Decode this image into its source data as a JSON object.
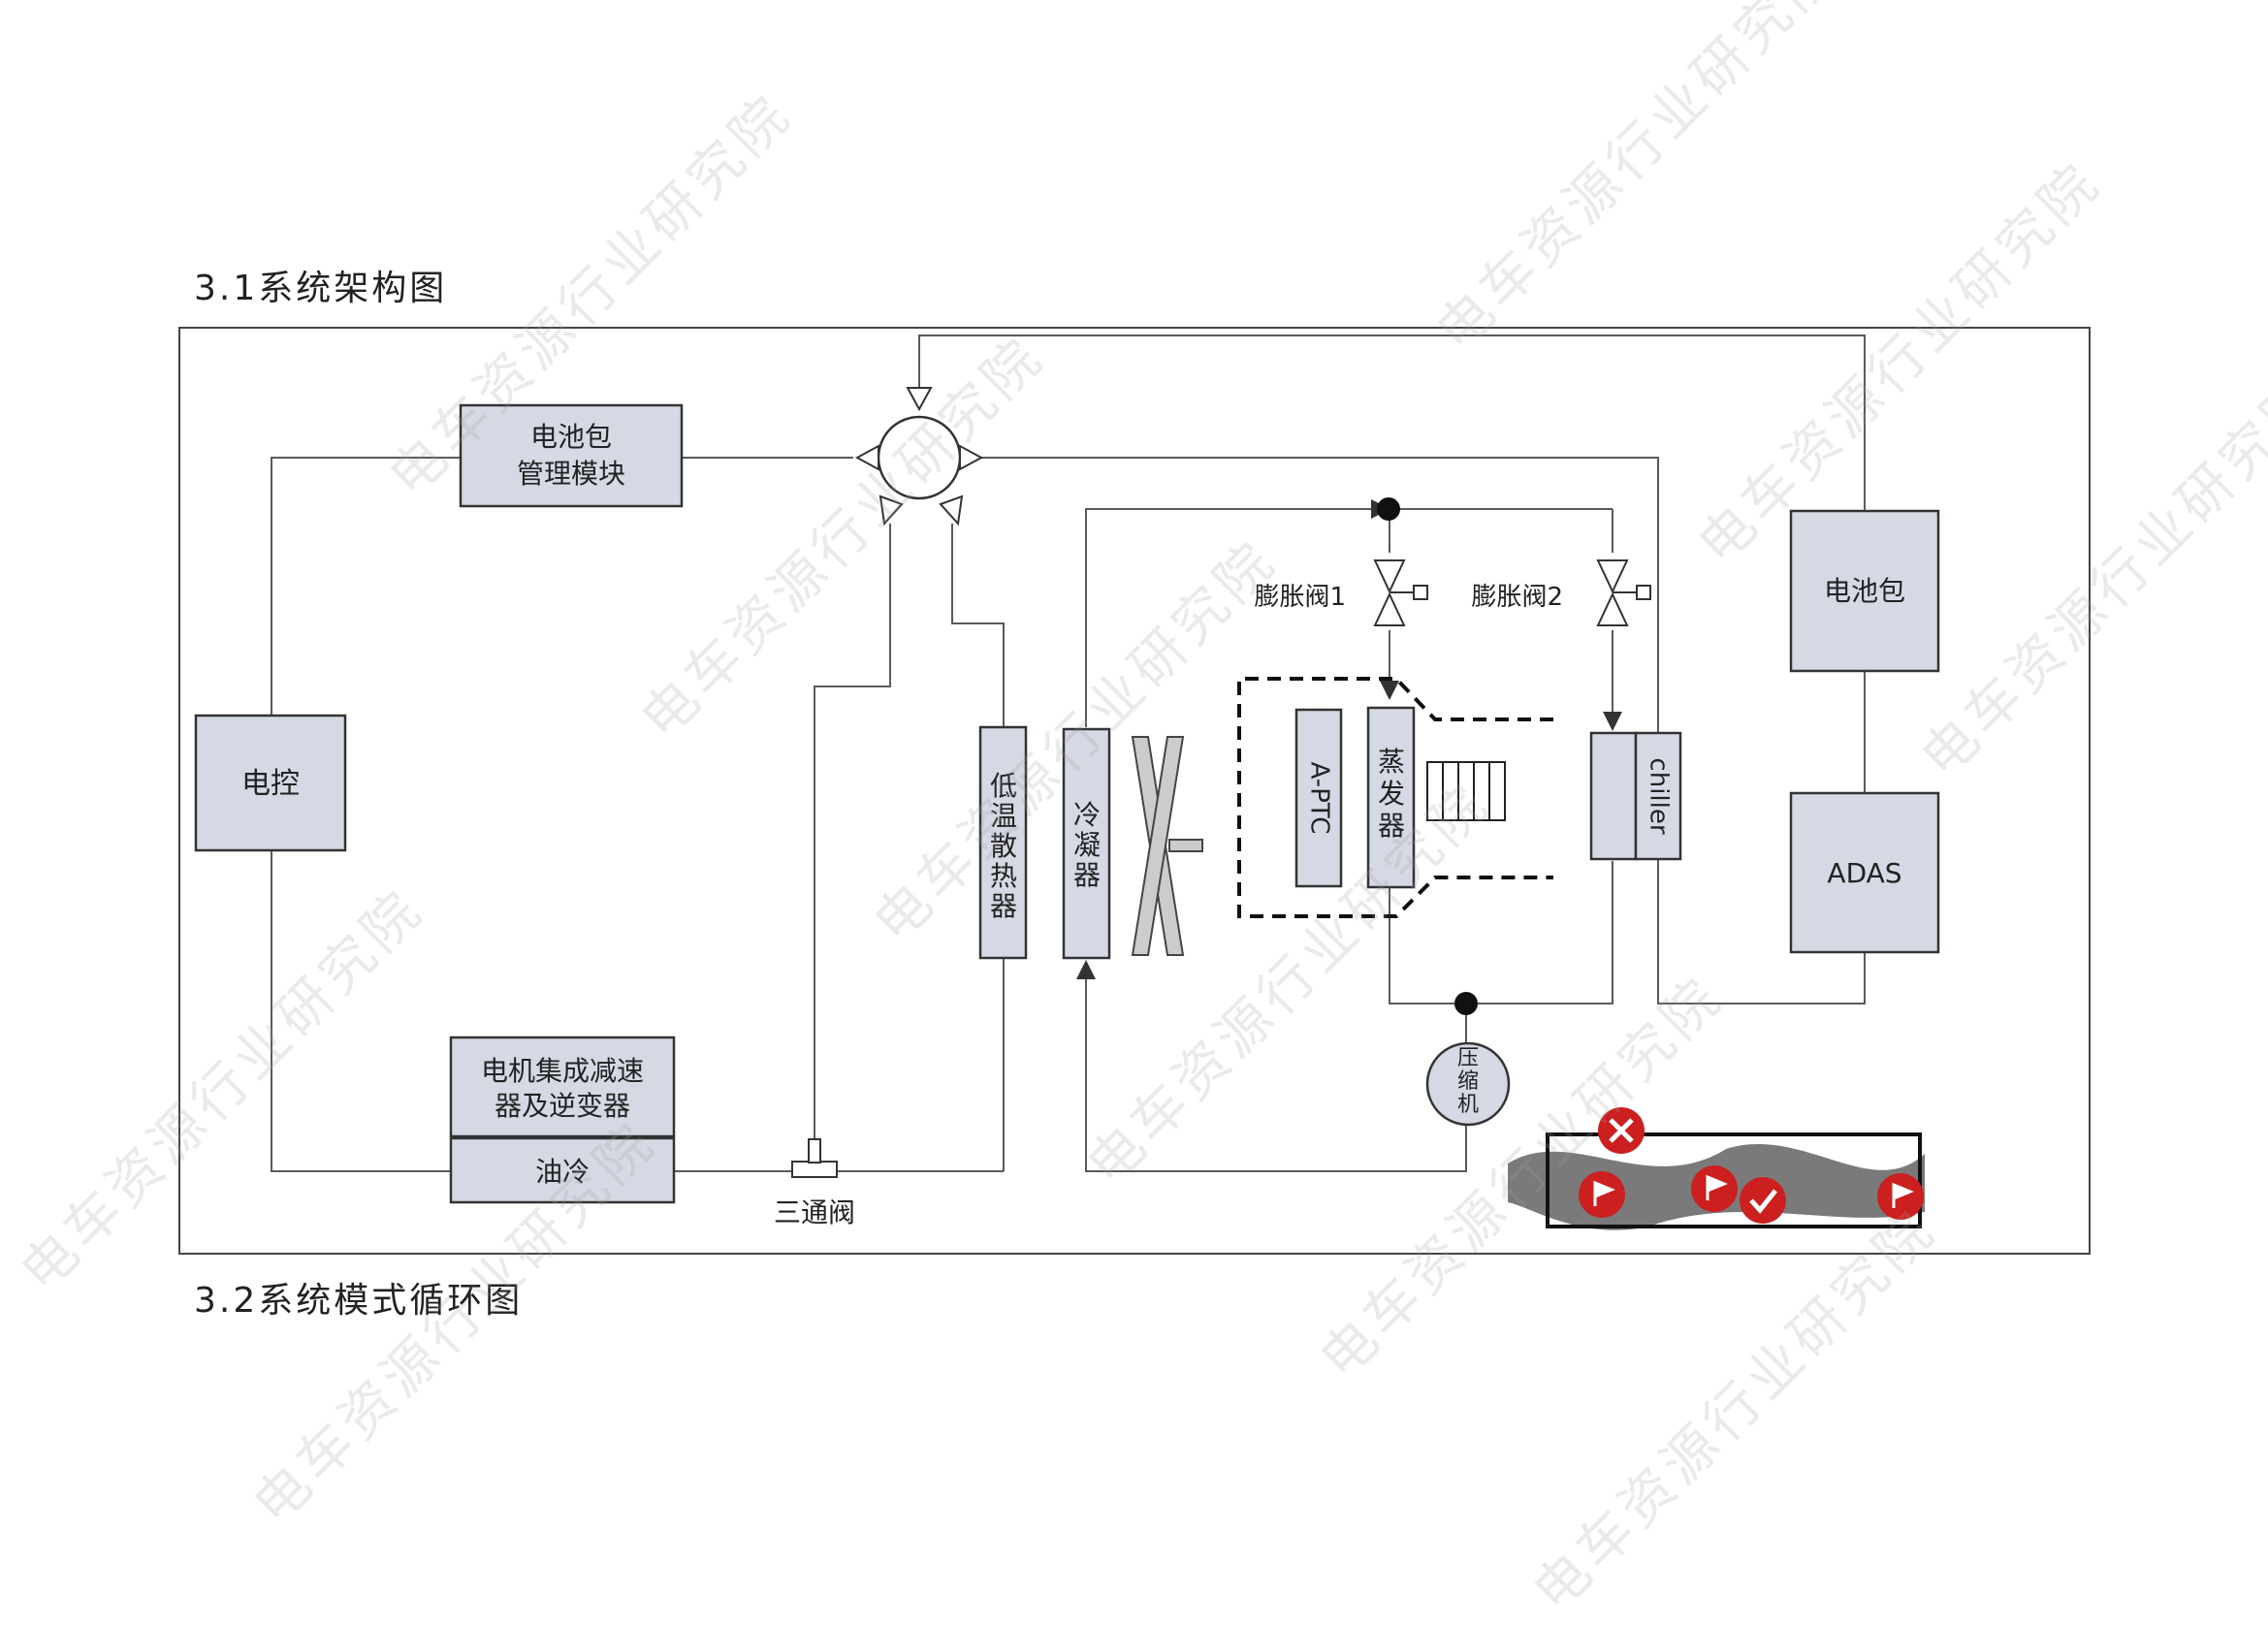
{
  "headings": {
    "h1": "3.1系统架构图",
    "h2": "3.2系统模式循环图"
  },
  "watermark": "电车资源行业研究院",
  "blocks": {
    "bms_line1": "电池包",
    "bms_line2": "管理模块",
    "ecu": "电控",
    "motor_line1": "电机集成减速",
    "motor_line2": "器及逆变器",
    "oil_cooling": "油冷",
    "three_way_valve": "三通阀",
    "low_temp_radiator": [
      "低",
      "温",
      "散",
      "热",
      "器"
    ],
    "condenser": [
      "冷",
      "凝",
      "器"
    ],
    "expansion_valve_1": "膨胀阀1",
    "expansion_valve_2": "膨胀阀2",
    "a_ptc": "A-PTC",
    "evaporator": [
      "蒸",
      "发",
      "器"
    ],
    "chiller": "chiller",
    "battery_pack": "电池包",
    "adas": "ADAS",
    "compressor": [
      "压",
      "缩",
      "机"
    ]
  },
  "colors": {
    "block_fill": "#d5d9e4",
    "line": "#5a5a5a",
    "marker_red": "#cc1f1f"
  }
}
